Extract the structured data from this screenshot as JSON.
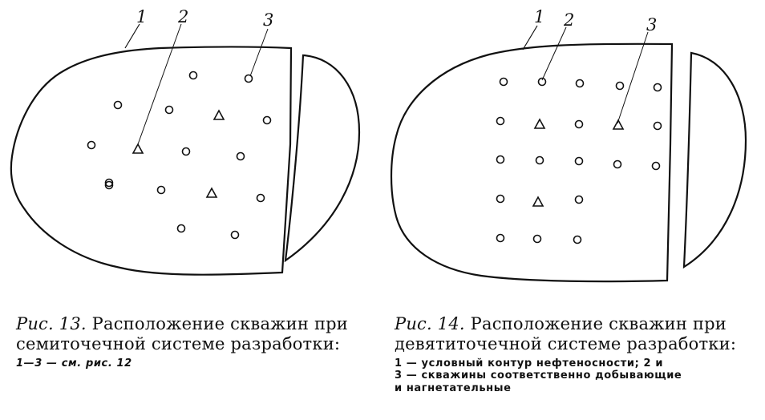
{
  "figure13": {
    "callouts": [
      "1",
      "2",
      "3"
    ],
    "caption_label": "Рис. 13.",
    "caption_text": "Расположение скважин при семиточечной системе разработки:",
    "note": "1—3 — см. рис. 12",
    "wells": [
      {
        "type": "circle"
      },
      {
        "type": "circle"
      },
      {
        "type": "circle"
      },
      {
        "type": "circle"
      },
      {
        "type": "circle"
      },
      {
        "type": "circle"
      },
      {
        "type": "circle"
      },
      {
        "type": "circle"
      },
      {
        "type": "circle"
      },
      {
        "type": "circle"
      },
      {
        "type": "circle"
      },
      {
        "type": "circle"
      },
      {
        "type": "circle"
      },
      {
        "type": "circle"
      },
      {
        "type": "triangle"
      },
      {
        "type": "triangle"
      },
      {
        "type": "triangle"
      }
    ]
  },
  "figure14": {
    "callouts": [
      "1",
      "2",
      "3"
    ],
    "caption_label": "Рис. 14.",
    "caption_text": "Расположение скважин при девятиточечной системе разработки:",
    "note_line1": "1 — условный контур нефтеносности; 2 и",
    "note_line2": "3 — скважины соответственно добывающие",
    "note_line3": "и нагнетательные",
    "wells": [
      {
        "type": "circle"
      },
      {
        "type": "circle"
      },
      {
        "type": "circle"
      },
      {
        "type": "circle"
      },
      {
        "type": "circle"
      },
      {
        "type": "circle"
      },
      {
        "type": "triangle"
      },
      {
        "type": "circle"
      },
      {
        "type": "triangle"
      },
      {
        "type": "circle"
      },
      {
        "type": "circle"
      },
      {
        "type": "circle"
      },
      {
        "type": "circle"
      },
      {
        "type": "circle"
      },
      {
        "type": "circle"
      },
      {
        "type": "circle"
      },
      {
        "type": "triangle"
      },
      {
        "type": "circle"
      },
      {
        "type": "circle"
      },
      {
        "type": "circle"
      },
      {
        "type": "circle"
      }
    ]
  },
  "colors": {
    "ink": "#111111",
    "background": "#ffffff"
  }
}
